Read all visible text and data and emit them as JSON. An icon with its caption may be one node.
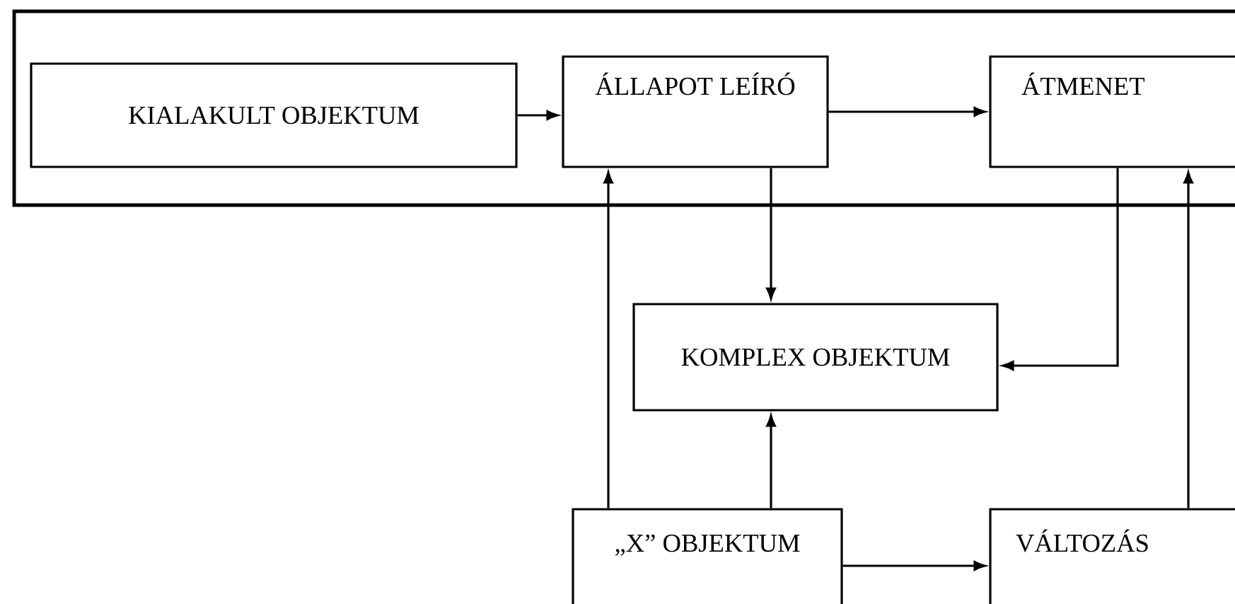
{
  "diagram": {
    "nodes": [
      {
        "text": [],
        "shape": "box"
      },
      {
        "text": [
          "KIALAKULT OBJEKTUM"
        ],
        "in": 0
      },
      {
        "text": [
          "ÁLLAPOT LEÍRÓ"
        ],
        "in": 0
      },
      {
        "text": [
          "ÁTMENET"
        ],
        "in": 0
      },
      {
        "text": [
          "KOMPLEX OBJEKTUM"
        ]
      },
      {
        "text": [
          "„X” OBJEKTUM"
        ]
      },
      {
        "text": [
          "VÁLTOZÁS"
        ]
      }
    ],
    "edges": [
      {
        "from": 1,
        "to": 2,
        "arrow": "to"
      },
      {
        "from": 2,
        "to": 3,
        "arrow": "to"
      },
      {
        "from": 2,
        "to": 4,
        "arrow": "to"
      },
      {
        "from": 3,
        "to": 4,
        "arrow": "to"
      },
      {
        "from": 5,
        "to": 2,
        "arrow": "to"
      },
      {
        "from": 5,
        "to": 4,
        "arrow": "to"
      },
      {
        "from": 5,
        "to": 6,
        "arrow": "to"
      },
      {
        "from": 6,
        "to": 3,
        "arrow": "to"
      }
    ]
  }
}
